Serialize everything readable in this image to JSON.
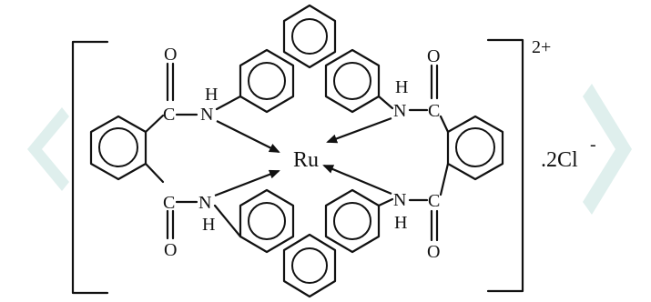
{
  "diagram": {
    "metal": "Ru",
    "charge": "2+",
    "counter_ion_prefix": ".2Cl",
    "counter_ion_charge": "-",
    "atoms": {
      "oxygen": "O",
      "carbon": "C",
      "nitrogen": "N",
      "hydrogen": "H"
    }
  },
  "colors": {
    "ink": "#111111",
    "watermark": "#d9ecea"
  }
}
